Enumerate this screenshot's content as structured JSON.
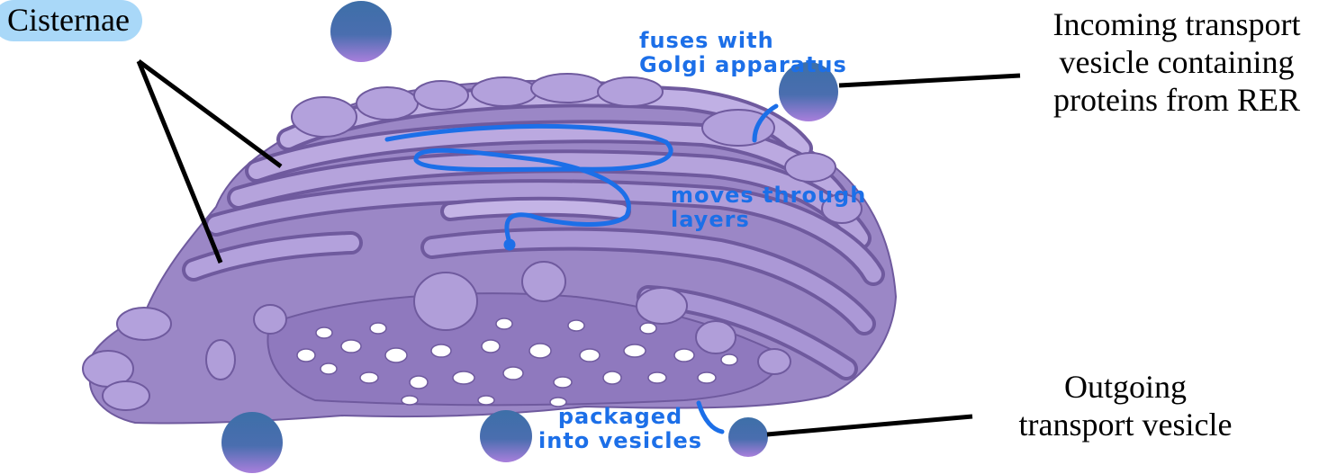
{
  "labels": {
    "cisternae": "Cisternae",
    "incoming_vesicle": [
      "Incoming transport",
      "vesicle containing",
      "proteins from RER"
    ],
    "outgoing_vesicle": [
      "Outgoing",
      "transport vesicle"
    ]
  },
  "annotations": {
    "fuses": [
      "fuses with",
      "Golgi apparatus"
    ],
    "moves": [
      "moves through",
      "layers"
    ],
    "packaged": [
      "packaged",
      "into vesicles"
    ]
  },
  "colors": {
    "golgi_fill": "#9b87c6",
    "golgi_light": "#b8a6dc",
    "golgi_dark": "#6f5a9e",
    "vesicle_top": "#3d6fa8",
    "vesicle_bottom": "#a07ad6",
    "annotation": "#1c6fe8",
    "label_highlight": "#a9d8f8"
  }
}
